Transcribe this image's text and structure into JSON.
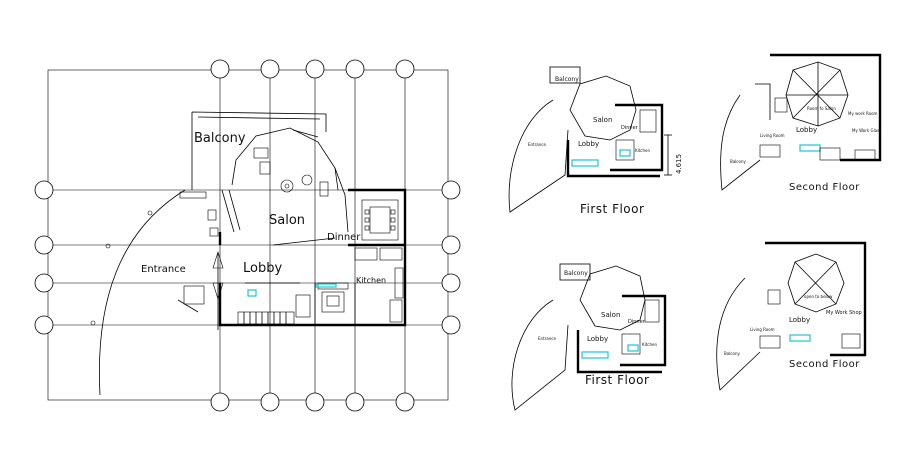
{
  "main_plan": {
    "labels": {
      "balcony": "Balcony",
      "salon": "Salon",
      "dinner": "Dinner",
      "entrance": "Entrance",
      "lobby": "Lobby",
      "kitchen": "Kitchen"
    }
  },
  "thumbs": {
    "first_floor_top": {
      "title": "First Floor",
      "dimension": "4.615",
      "labels": {
        "balcony": "Balcony",
        "salon": "Salon",
        "dinner": "Dinner",
        "entrance": "Entrance",
        "lobby": "Lobby",
        "kitchen": "Kitchen"
      }
    },
    "second_floor_top": {
      "title": "Second Floor",
      "labels": {
        "living_room": "Living Room",
        "lobby": "Lobby",
        "balcony": "Balcony",
        "room_salon": "Room fo Salon",
        "my_work_room": "My work Room",
        "my_work_glass": "My Work Glass"
      }
    },
    "first_floor_bottom": {
      "title": "First Floor",
      "labels": {
        "balcony": "Balcony",
        "salon": "Salon",
        "dinner": "Dinner",
        "entrance": "Entrance",
        "lobby": "Lobby",
        "kitchen": "Kitchen"
      }
    },
    "second_floor_bottom": {
      "title": "Second Floor",
      "labels": {
        "living_room": "Living Room",
        "lobby": "Lobby",
        "balcony": "Balcony",
        "open_to_below": "open to below",
        "my_work_shop": "My Work Shop"
      }
    }
  }
}
